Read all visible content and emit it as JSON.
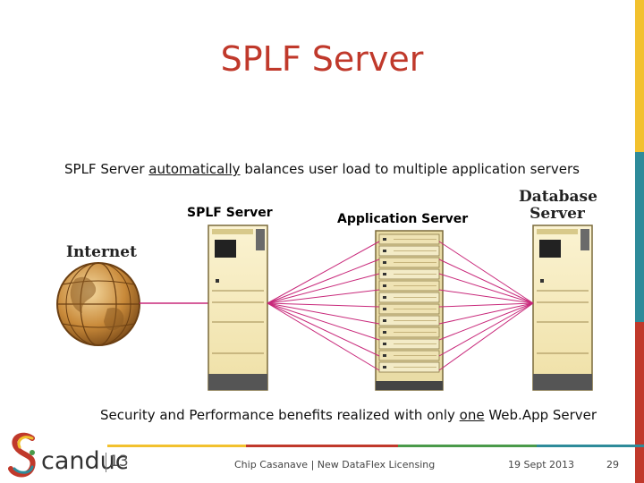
{
  "slide": {
    "title": "SPLF Server",
    "subtitle_parts": [
      "SPLF Server ",
      "automatically",
      " balances user load to multiple application servers"
    ],
    "bottom_parts": [
      "Security and Performance benefits realized with only ",
      "one",
      " Web.App Server"
    ]
  },
  "diagram": {
    "internet_label": "Internet",
    "splf_label": "SPLF Server",
    "app_label": "Application Server",
    "db_label_line1": "Database",
    "db_label_line2": "Server"
  },
  "footer": {
    "logo_text": "canduc",
    "logo_number": "13",
    "presenter": "Chip Casanave | New DataFlex Licensing",
    "date": "19 Sept 2013",
    "page": "29"
  },
  "colors": {
    "title": "#c0392b",
    "bar_yellow": "#f2c12e",
    "bar_teal": "#2e8b9a",
    "bar_red": "#c0392b",
    "bar_green": "#4a9a4a",
    "connection_lines": "#c8287a",
    "server_body": "#f6e9b6"
  }
}
